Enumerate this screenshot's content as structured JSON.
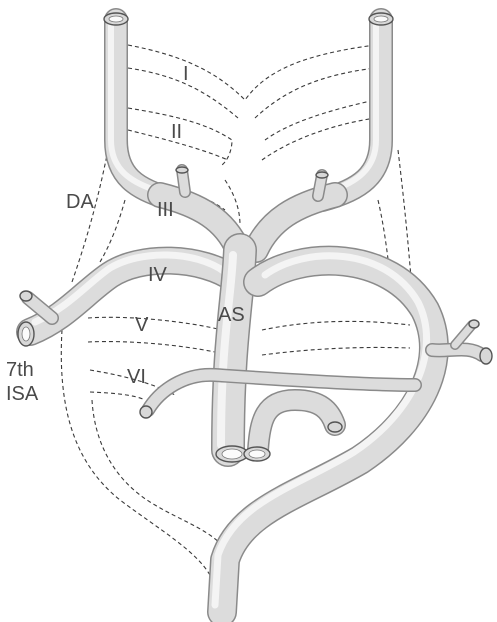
{
  "labels": {
    "arch_1": "I",
    "arch_2": "II",
    "arch_3": "III",
    "arch_4": "IV",
    "arch_5": "V",
    "arch_6": "VI",
    "aortic_sac": "AS",
    "dorsal_aorta": "DA",
    "isa_line1": "7th",
    "isa_line2": "ISA"
  },
  "colors": {
    "vessel_outline": "#8a8a8a",
    "vessel_body": "#dcdcdc",
    "dashed_line": "#3a3a3a",
    "label_text": "#4a4a4a"
  }
}
